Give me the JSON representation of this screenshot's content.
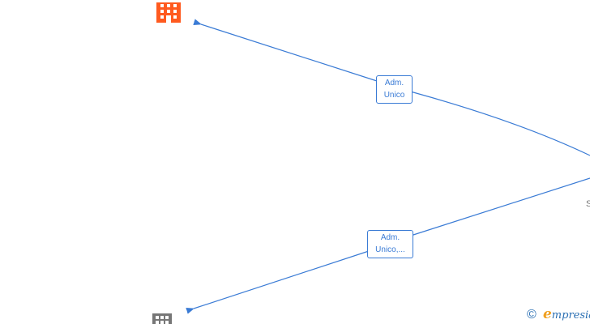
{
  "diagram": {
    "edges": [
      {
        "label_lines": [
          "Adm.",
          "Unico"
        ]
      },
      {
        "label_lines": [
          "Adm.",
          "Unico,..."
        ]
      }
    ],
    "nodes": [
      {
        "kind": "company",
        "icon": "building-icon",
        "color": "#ff5a1f"
      },
      {
        "kind": "company",
        "icon": "building-icon",
        "color": "#777777"
      }
    ],
    "cut_off_text": "S"
  },
  "watermark": {
    "copyright": "©",
    "brand_initial": "e",
    "brand_rest": "mpresia"
  },
  "colors": {
    "edge": "#3a7bd5"
  }
}
